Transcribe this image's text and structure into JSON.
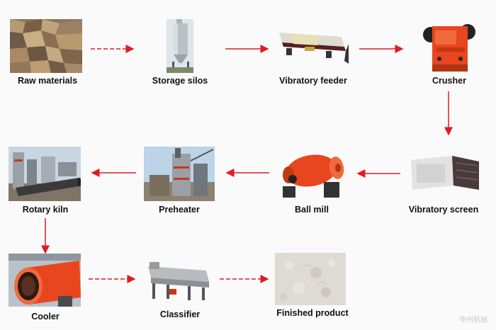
{
  "steps": {
    "raw_materials": "Raw materials",
    "storage_silos": "Storage silos",
    "vibratory_feeder": "Vibratory feeder",
    "crusher": "Crusher",
    "vibratory_screen": "Vibratory screen",
    "ball_mill": "Ball mill",
    "preheater": "Preheater",
    "rotary_kiln": "Rotary kiln",
    "cooler": "Cooler",
    "classifier": "Classifier",
    "finished_product": "Finished product"
  },
  "colors": {
    "arrow": "#e01b24",
    "machine_orange": "#e8461e"
  },
  "watermark": "中州机械"
}
